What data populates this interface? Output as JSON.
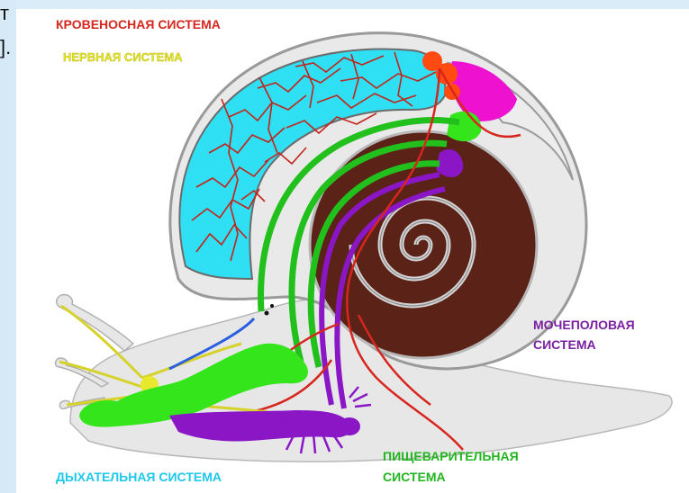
{
  "labels": {
    "blood": "КРОВЕНОСНАЯ СИСТЕМА",
    "nervous": "НЕРВНАЯ СИСТЕМА",
    "reproductive_1": "МОЧЕПОЛОВАЯ",
    "reproductive_2": "СИСТЕМА",
    "digestive_1": "ПИЩЕВАРИТЕЛЬНАЯ",
    "digestive_2": "СИСТЕМА",
    "respiratory": "ДЫХАТЕЛЬНАЯ СИСТЕМА"
  },
  "colors": {
    "blood": "#d7261e",
    "nervous": "#e6e62a",
    "reproductive": "#7a1fa0",
    "digestive": "#22b51f",
    "respiratory": "#1ec7ec",
    "shell_dark": "#5b2218",
    "body": "#e5e5e5",
    "lung": "#33dff2",
    "gland_green": "#35e51b",
    "gland_purple": "#8a16c6",
    "magenta": "#ee12d0",
    "orange_red": "#ff4b12"
  },
  "edge": {
    "glyph_1": "т",
    "glyph_2": "]."
  }
}
